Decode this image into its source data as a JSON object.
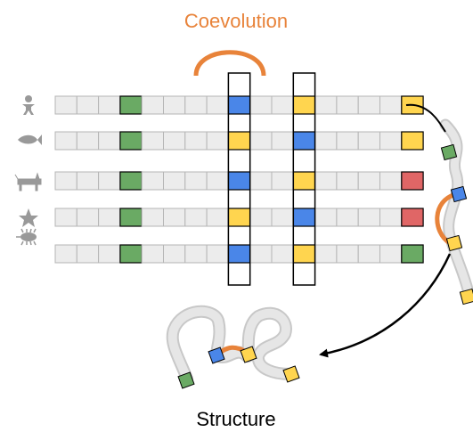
{
  "title": "Coevolution",
  "caption": "Structure",
  "colors": {
    "gray": "#ececec",
    "green": "#6aaa64",
    "blue": "#4a86e8",
    "yellow": "#ffd54f",
    "red": "#e06666",
    "orange": "#e8833a",
    "organism": "#999999"
  },
  "organisms": [
    {
      "icon": "human-icon",
      "cells": {
        "3": "green",
        "8": "blue",
        "11": "yellow",
        "16": "yellow"
      }
    },
    {
      "icon": "fish-icon",
      "cells": {
        "3": "green",
        "8": "yellow",
        "11": "blue",
        "16": "yellow"
      }
    },
    {
      "icon": "cat-icon",
      "cells": {
        "3": "green",
        "8": "blue",
        "11": "yellow",
        "16": "red"
      }
    },
    {
      "icon": "starfish-icon",
      "cells": {
        "3": "green",
        "8": "yellow",
        "11": "blue",
        "16": "red"
      }
    },
    {
      "icon": "bacterium-icon",
      "cells": {
        "3": "green",
        "8": "blue",
        "11": "yellow",
        "16": "green"
      }
    }
  ],
  "coevolving_columns": [
    8,
    11
  ],
  "cells_per_row": 17
}
